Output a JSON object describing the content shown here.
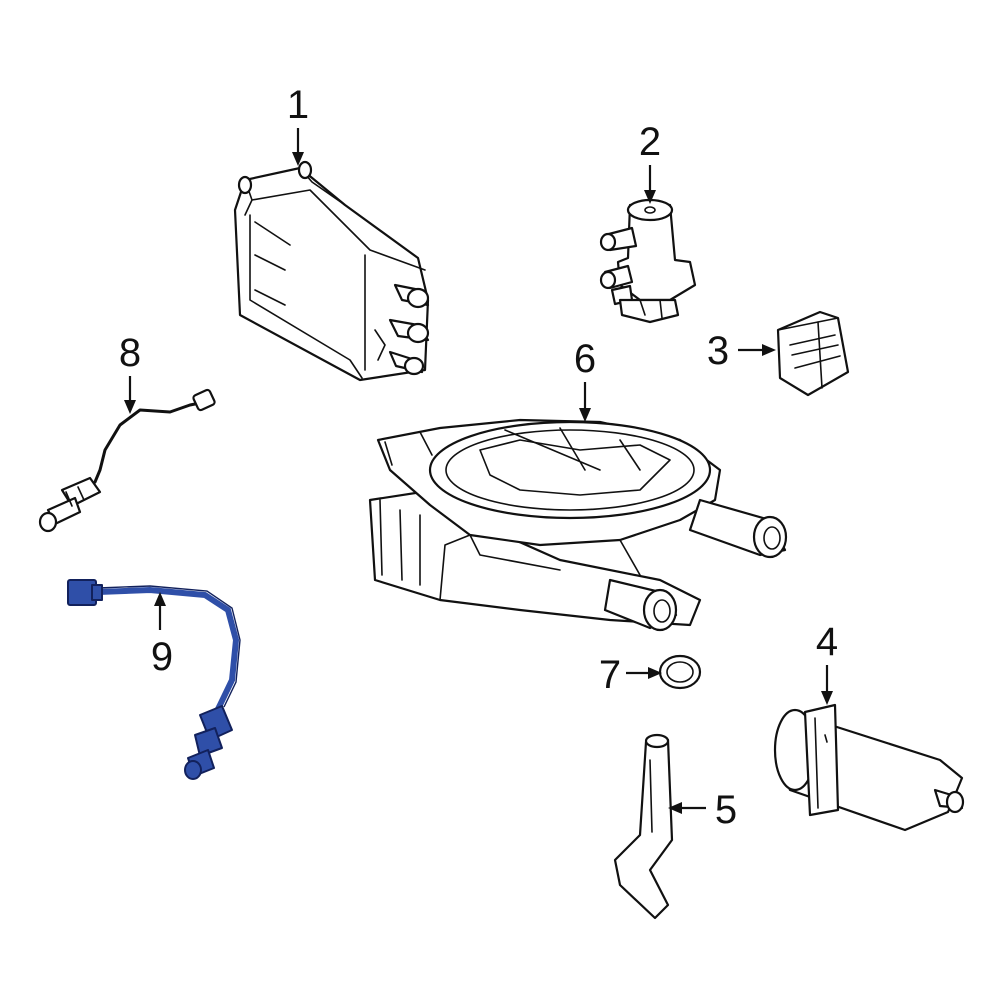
{
  "callouts": {
    "c1": "1",
    "c2": "2",
    "c3": "3",
    "c4": "4",
    "c5": "5",
    "c6": "6",
    "c7": "7",
    "c8": "8",
    "c9": "9"
  },
  "parts": {
    "p1": "vapor-canister",
    "p2": "purge-valve",
    "p3": "connector-clip",
    "p4": "fuel-filter",
    "p5": "vent-hose",
    "p6": "fuel-pump-module",
    "p7": "o-ring-seal",
    "p8": "upstream-oxygen-sensor",
    "p9": "downstream-oxygen-sensor"
  },
  "colors": {
    "highlight": "#2f4fa8",
    "line": "#111111",
    "background": "#ffffff"
  }
}
